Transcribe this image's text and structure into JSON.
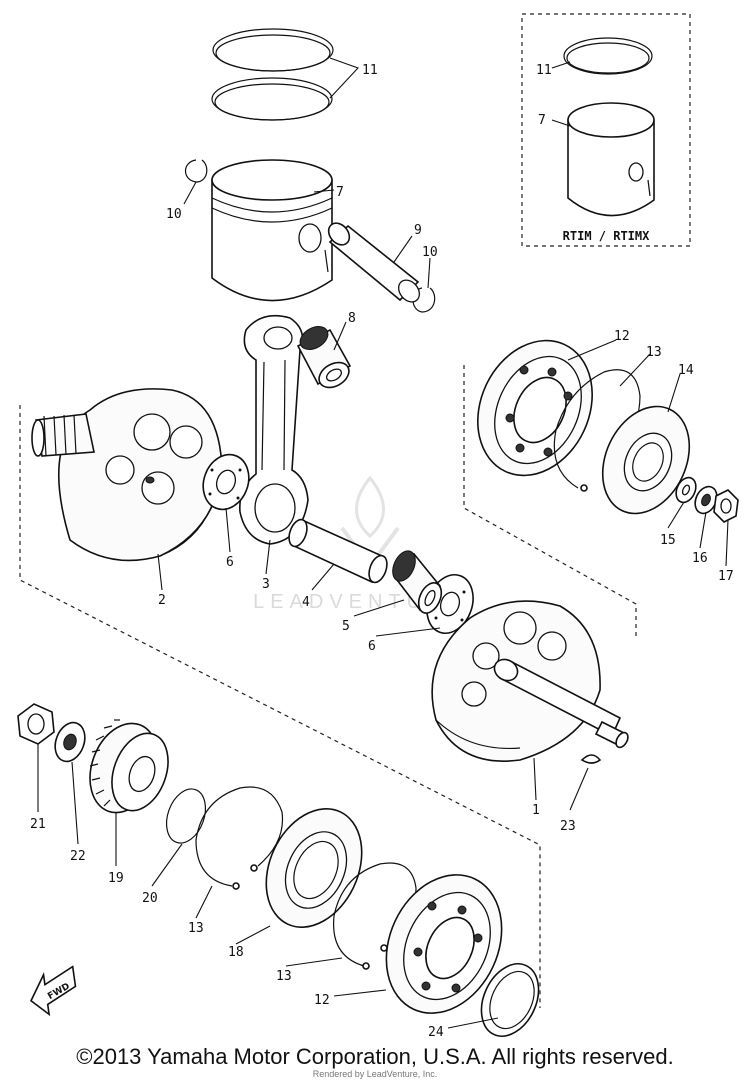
{
  "callouts": {
    "c1": "1",
    "c2": "2",
    "c3": "3",
    "c4": "4",
    "c5": "5",
    "c6a": "6",
    "c6b": "6",
    "c7a": "7",
    "c7b": "7",
    "c8": "8",
    "c9": "9",
    "c10a": "10",
    "c10b": "10",
    "c11a": "11",
    "c11b": "11",
    "c12a": "12",
    "c12b": "12",
    "c13a": "13",
    "c13b": "13",
    "c13c": "13",
    "c14": "14",
    "c15": "15",
    "c16": "16",
    "c17": "17",
    "c18": "18",
    "c19": "19",
    "c20": "20",
    "c21": "21",
    "c22": "22",
    "c23": "23",
    "c24": "24"
  },
  "inset_label": "RTIM / RTIMX",
  "watermark": "LEADVENTURE",
  "fwd_label": "FWD",
  "copyright": "©2013 Yamaha Motor Corporation, U.S.A. All rights reserved.",
  "rendered_by": "Rendered by LeadVenture, Inc."
}
